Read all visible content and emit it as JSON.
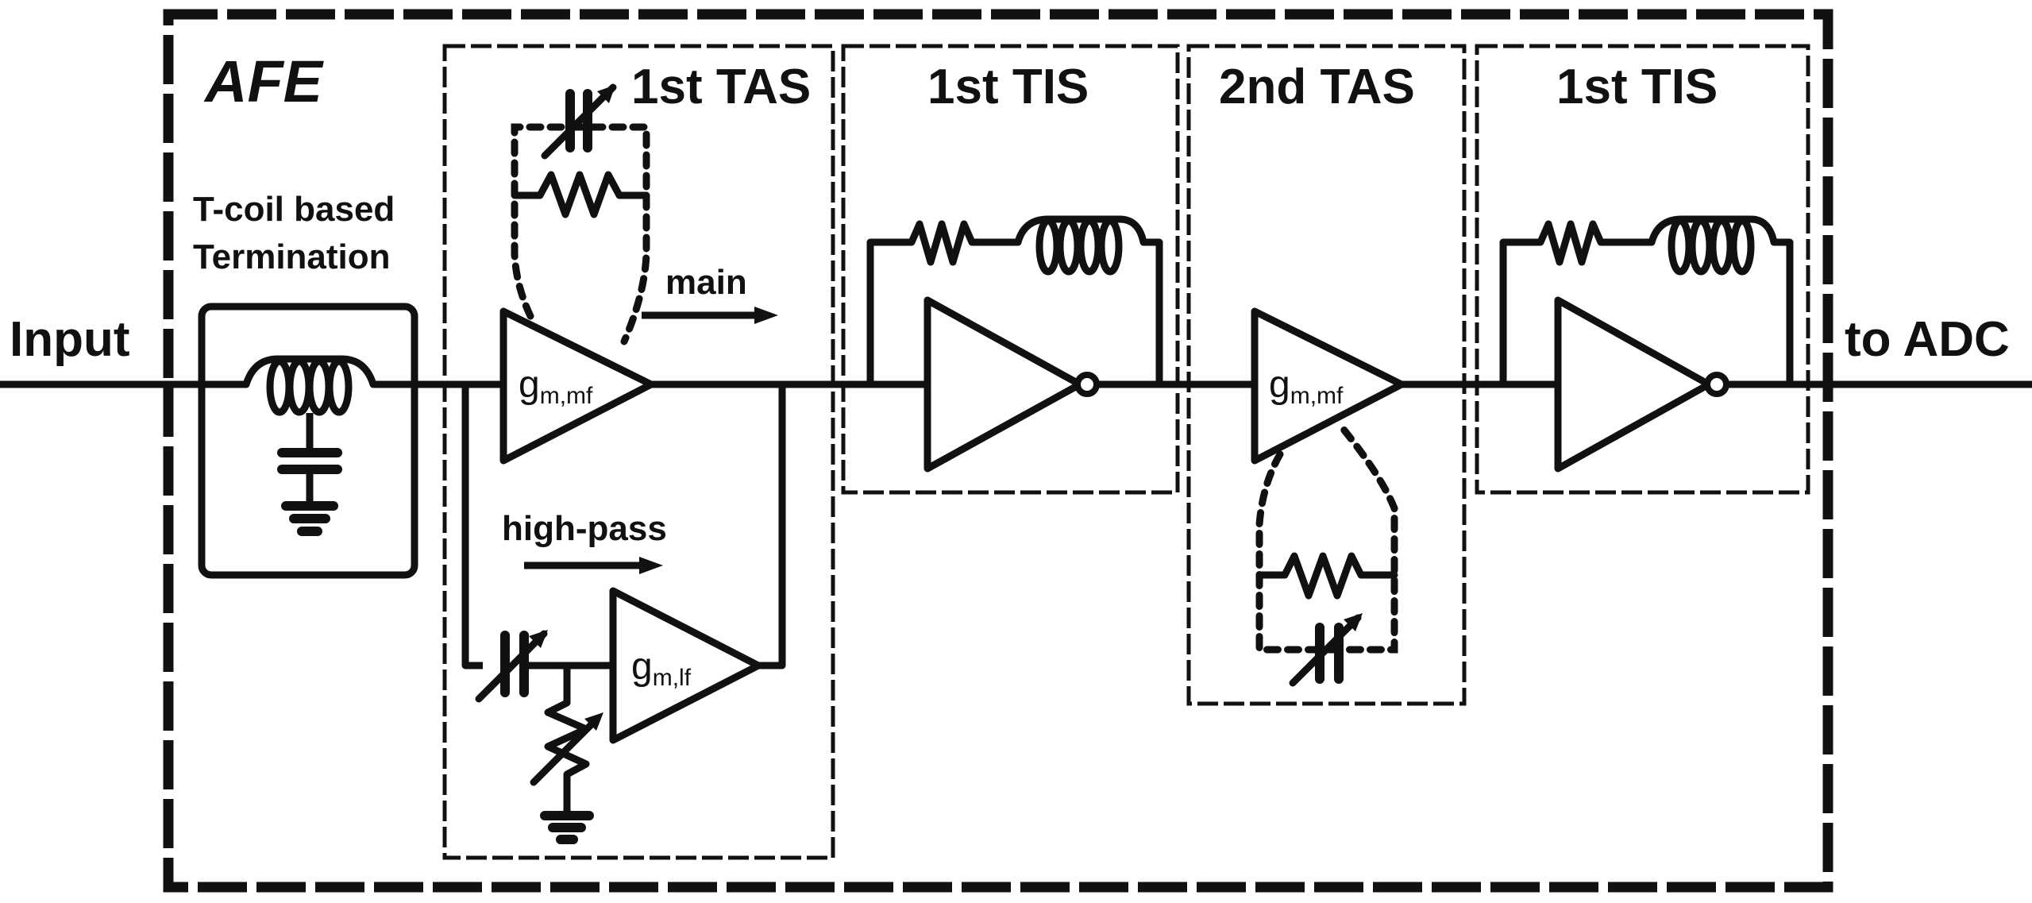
{
  "diagram": {
    "title": "AFE",
    "io": {
      "input_label": "Input",
      "output_label": "to ADC"
    },
    "blocks": [
      {
        "id": "termination",
        "label_line1": "T-coil based",
        "label_line2": "Termination",
        "components": [
          "t-coil inductor",
          "capacitor",
          "ground"
        ]
      },
      {
        "id": "tas1",
        "label": "1st TAS",
        "paths": {
          "main": "main",
          "highpass": "high-pass"
        },
        "amplifiers": [
          {
            "name": "g",
            "sub": "m,mf"
          },
          {
            "name": "g",
            "sub": "m,lf"
          }
        ],
        "components": [
          "variable capacitor",
          "resistor",
          "variable resistor",
          "ground"
        ]
      },
      {
        "id": "tis1",
        "label": "1st TIS",
        "components": [
          "inverter",
          "resistor",
          "inductor"
        ]
      },
      {
        "id": "tas2",
        "label": "2nd TAS",
        "amplifiers": [
          {
            "name": "g",
            "sub": "m,mf"
          }
        ],
        "components": [
          "resistor",
          "variable capacitor"
        ]
      },
      {
        "id": "tis2",
        "label": "1st TIS",
        "components": [
          "inverter",
          "resistor",
          "inductor"
        ]
      }
    ]
  }
}
